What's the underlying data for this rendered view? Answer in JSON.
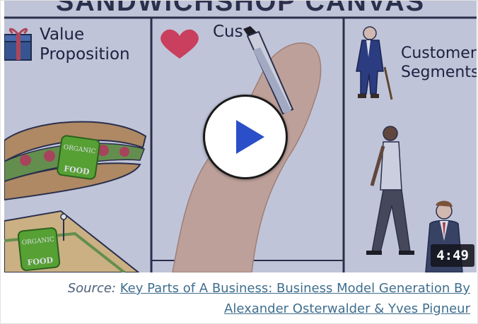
{
  "video": {
    "banner_text": "SANDWICHSHOP CANVAS",
    "panels": {
      "value_proposition": "Value\nProposition",
      "customer_relationships_partial": "Cus",
      "customer_segments": "Customer\nSegments"
    },
    "organic_badge_top": "ORGANIC",
    "organic_badge_bottom": "FOOD",
    "duration": "4:49",
    "play_icon": "play-icon",
    "colors": {
      "play_triangle": "#2a4fc8",
      "heart": "#e8425c",
      "organic_badge": "#5fb52c"
    }
  },
  "caption": {
    "label": "Source:",
    "link_line1": "Key Parts of A Business: Business Model Generation By",
    "link_line2": "Alexander Osterwalder & Yves Pigneur"
  }
}
